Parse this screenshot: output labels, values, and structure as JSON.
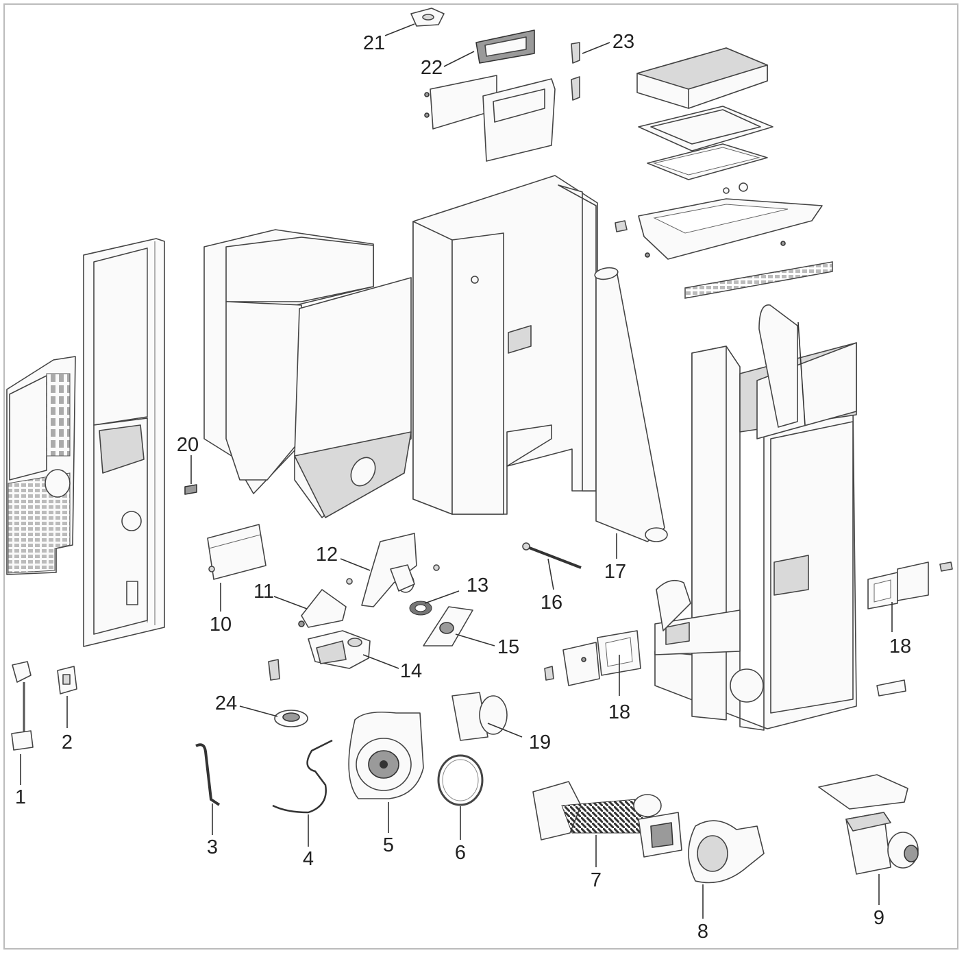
{
  "diagram": {
    "background": "#ffffff",
    "line_color": "#444444",
    "labels": [
      {
        "id": "l1",
        "text": "1"
      },
      {
        "id": "l2",
        "text": "2"
      },
      {
        "id": "l3",
        "text": "3"
      },
      {
        "id": "l4",
        "text": "4"
      },
      {
        "id": "l5",
        "text": "5"
      },
      {
        "id": "l6",
        "text": "6"
      },
      {
        "id": "l7",
        "text": "7"
      },
      {
        "id": "l8",
        "text": "8"
      },
      {
        "id": "l9",
        "text": "9"
      },
      {
        "id": "l10",
        "text": "10"
      },
      {
        "id": "l11",
        "text": "11"
      },
      {
        "id": "l12",
        "text": "12"
      },
      {
        "id": "l13",
        "text": "13"
      },
      {
        "id": "l14",
        "text": "14"
      },
      {
        "id": "l15",
        "text": "15"
      },
      {
        "id": "l16",
        "text": "16"
      },
      {
        "id": "l17",
        "text": "17"
      },
      {
        "id": "l18a",
        "text": "18"
      },
      {
        "id": "l18b",
        "text": "18"
      },
      {
        "id": "l19",
        "text": "19"
      },
      {
        "id": "l20",
        "text": "20"
      },
      {
        "id": "l21",
        "text": "21"
      },
      {
        "id": "l22",
        "text": "22"
      },
      {
        "id": "l23",
        "text": "23"
      },
      {
        "id": "l24",
        "text": "24"
      }
    ]
  }
}
